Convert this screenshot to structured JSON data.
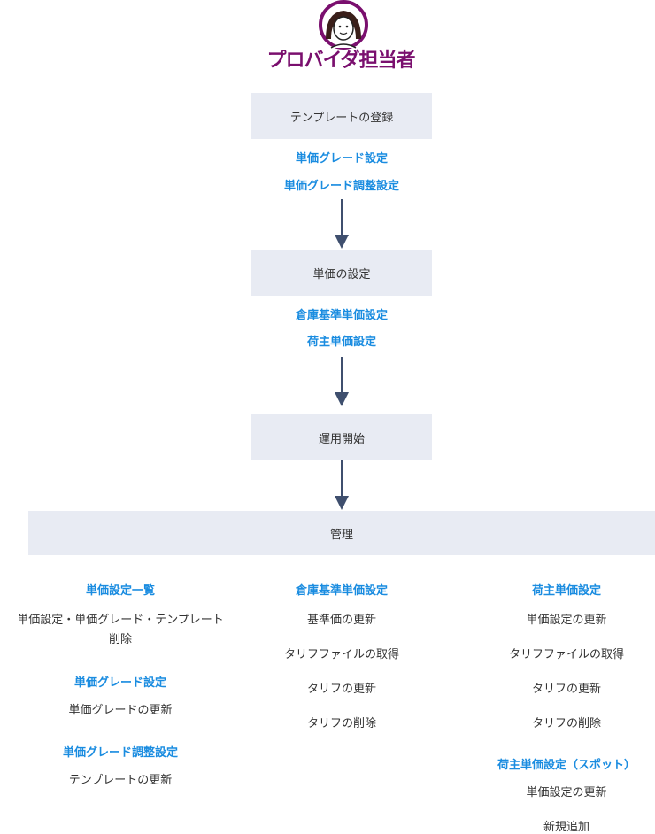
{
  "header": {
    "title": "プロバイダ担当者",
    "avatar_icon": "woman-avatar-icon",
    "accent": "#7a0f6e"
  },
  "steps": [
    {
      "label": "テンプレートの登録",
      "links": [
        "単価グレード設定",
        "単価グレード調整設定"
      ]
    },
    {
      "label": "単価の設定",
      "links": [
        "倉庫基準単価設定",
        "荷主単価設定"
      ]
    },
    {
      "label": "運用開始",
      "links": []
    }
  ],
  "management": {
    "label": "管理",
    "col1": {
      "sec1_title": "単価設定一覧",
      "sec1_item1_line1": "単価設定・単価グレード・テンプレート",
      "sec1_item1_line2": "削除",
      "sec2_title": "単価グレード設定",
      "sec2_item1": "単価グレードの更新",
      "sec3_title": "単価グレード調整設定",
      "sec3_item1": "テンプレートの更新"
    },
    "col2": {
      "title": "倉庫基準単価設定",
      "items": [
        "基準価の更新",
        "タリフファイルの取得",
        "タリフの更新",
        "タリフの削除"
      ]
    },
    "col3": {
      "title": "荷主単価設定",
      "items": [
        "単価設定の更新",
        "タリフファイルの取得",
        "タリフの更新",
        "タリフの削除"
      ],
      "sec2_title": "荷主単価設定（スポット）",
      "sec2_items": [
        "単価設定の更新",
        "新規追加"
      ]
    }
  },
  "colors": {
    "box_bg": "#e8ebf3",
    "link": "#1a8ce0",
    "arrow": "#3f4f6e"
  }
}
